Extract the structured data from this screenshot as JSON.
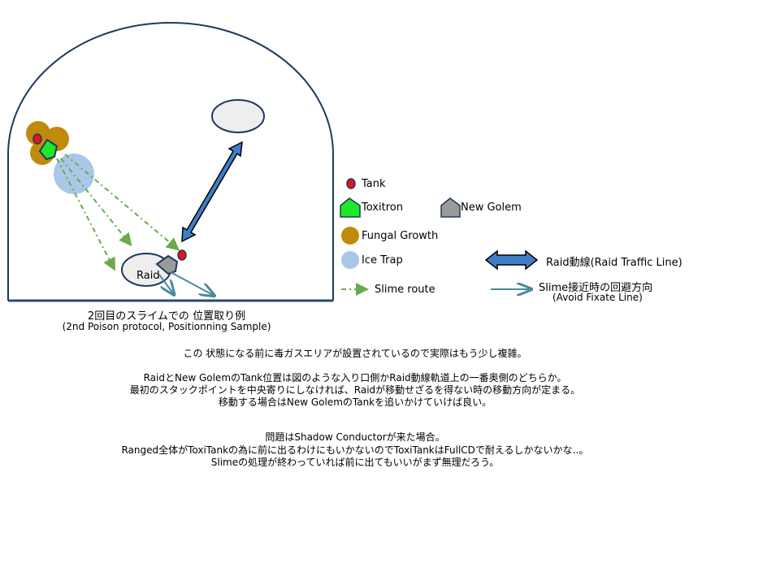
{
  "diagram": {
    "raid_label": "Raid",
    "caption_jp": "2回目のスライムでの 位置取り例",
    "caption_en": "(2nd Poison protocol, Positionning Sample)"
  },
  "legend": {
    "tank": "Tank",
    "toxitron": "Toxitron",
    "new_golem": "New Golem",
    "fungal_growth": "Fungal Growth",
    "ice_trap": "Ice Trap",
    "raid_line": "Raid動線(Raid Traffic Line)",
    "slime_route": "Slime route",
    "avoid_jp": "Slime接近時の回避方向",
    "avoid_en": "(Avoid Fixate Line)"
  },
  "notes": [
    "この 状態になる前に毒ガスエリアが設置されているので実際はもう少し複雑。",
    "RaidとNew GolemのTank位置は図のような入り口側かRaid動線軌道上の一番奥側のどちらか。",
    "最初のスタックポイントを中央寄りにしなければ、Raidが移動せざるを得ない時の移動方向が定まる。",
    "移動する場合はNew GolemのTankを追いかけていけば良い。",
    "問題はShadow Conductorが来た場合。",
    "Ranged全体がToxiTankの為に前に出るわけにもいかないのでToxiTankはFullCDで耐えるしかないかな‥。",
    "Slimeの処理が終わっていれば前に出てもいいがまず無理だろう。"
  ],
  "colors": {
    "tank": "#e8101a",
    "toxitron": "#1ee82a",
    "golem": "#9a9a9a",
    "fungal": "#c08a0c",
    "ice": "#a9c8e8",
    "raid_arrow": "#3f7fc8",
    "slime": "#6aaa4a",
    "avoid": "#4a8a9a",
    "outline": "#1f3a5f"
  }
}
